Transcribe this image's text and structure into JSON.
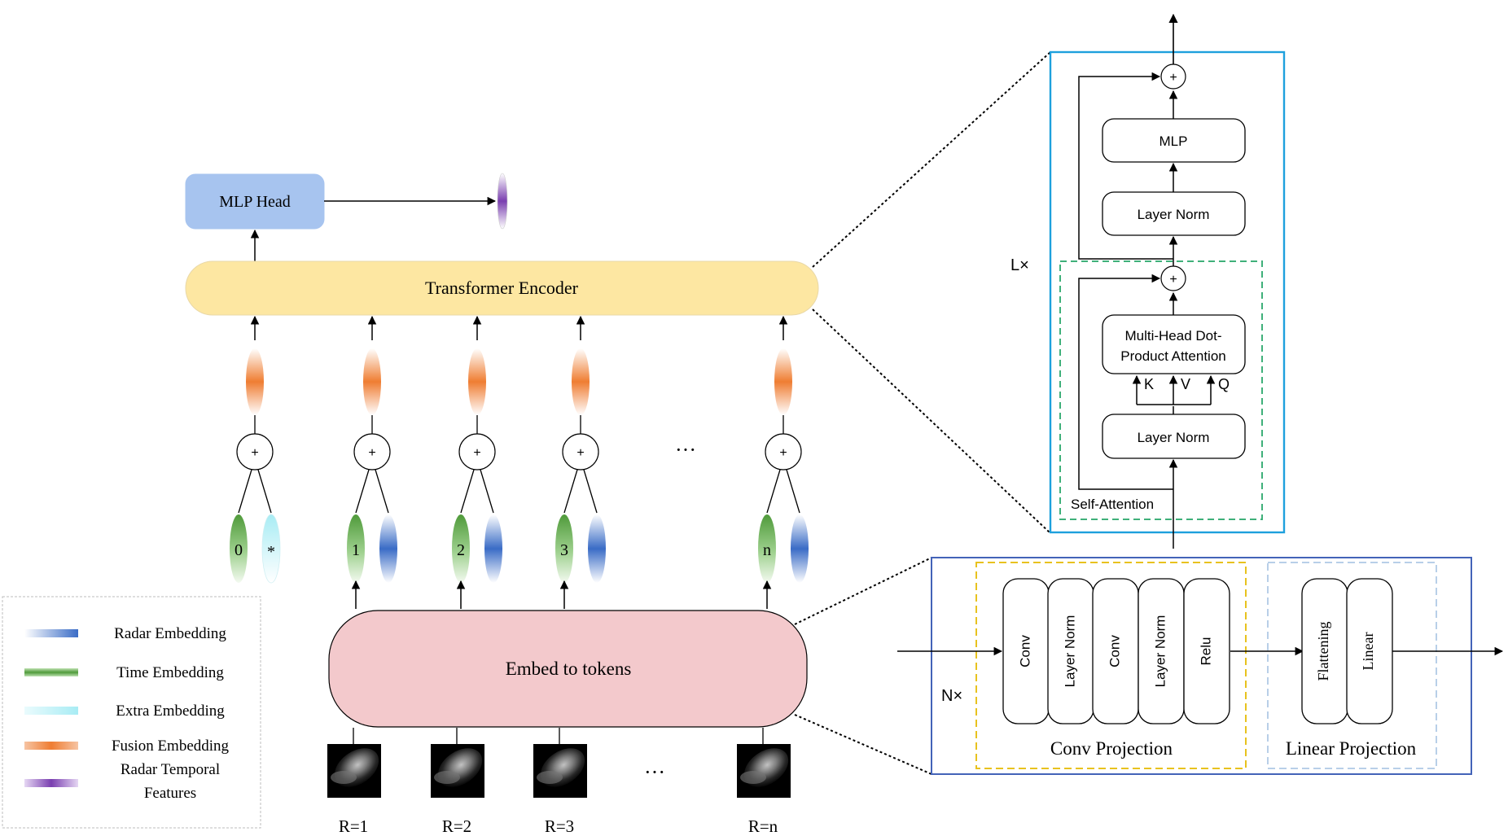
{
  "main": {
    "mlp_head": "MLP Head",
    "transformer_encoder": "Transformer Encoder",
    "embed_to_tokens": "Embed to tokens",
    "plus_symbol": "+",
    "ellipsis": "···",
    "token_labels": [
      "0",
      "1",
      "2",
      "3",
      "n"
    ],
    "extra_token_label": "*",
    "radar_inputs": [
      "R=1",
      "R=2",
      "R=3",
      "R=n"
    ]
  },
  "encoder_detail": {
    "mlp": "MLP",
    "layer_norm_top": "Layer Norm",
    "attention_line1": "Multi-Head Dot-",
    "attention_line2": "Product Attention",
    "layer_norm_bottom": "Layer Norm",
    "k": "K",
    "v": "V",
    "q": "Q",
    "repeat": "L×",
    "self_attention": "Self-Attention"
  },
  "projection_detail": {
    "repeat": "N×",
    "conv_blocks": [
      "Conv",
      "Layer Norm",
      "Conv",
      "Layer Norm",
      "Relu"
    ],
    "linear_blocks": [
      "Flattening",
      "Linear"
    ],
    "conv_projection": "Conv Projection",
    "linear_projection": "Linear Projection"
  },
  "legend": {
    "items": [
      {
        "label": "Radar Embedding",
        "color": "#3a6cc6"
      },
      {
        "label": "Time Embedding",
        "color": "#5aa342"
      },
      {
        "label": "Extra Embedding",
        "color": "#a8ecf4"
      },
      {
        "label": "Fusion Embedding",
        "color": "#ef7d32"
      },
      {
        "label": "Radar Temporal Features",
        "color": "#7a3fb0"
      }
    ]
  },
  "colors": {
    "mlp_head_fill": "#a7c4ef",
    "transformer_fill": "#fde7a2",
    "embed_fill": "#f3c9cc",
    "fusion": "#ef7d32",
    "time": "#5aa342",
    "radar": "#3a6cc6",
    "extra": "#a8ecf4",
    "temporal": "#7a3fb0",
    "encoder_frame": "#1ea0dd",
    "attention_frame": "#3fb07a",
    "projection_frame": "#4363b8",
    "conv_frame": "#e8c21e",
    "linear_frame": "#b8cfe8"
  }
}
